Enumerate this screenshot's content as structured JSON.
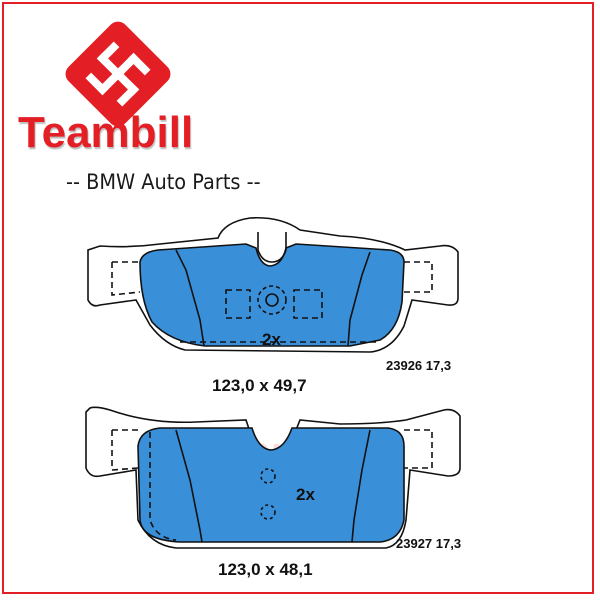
{
  "brand": {
    "name": "Teambill",
    "tagline_left": "--",
    "tagline_text": "BMW Auto Parts",
    "tagline_right": "--",
    "color": "#e31e24",
    "watermark": "Teambill"
  },
  "pads": [
    {
      "quantity": "2x",
      "part_number": "23926 17,3",
      "dimensions": "123,0 x 49,7"
    },
    {
      "quantity": "2x",
      "part_number": "23927 17,3",
      "dimensions": "123,0 x 48,1"
    }
  ],
  "colors": {
    "pad_fill": "#3a8fd9",
    "outline": "#111111"
  },
  "icons": {
    "logo": "red-diamond-swastika-logo-icon"
  }
}
